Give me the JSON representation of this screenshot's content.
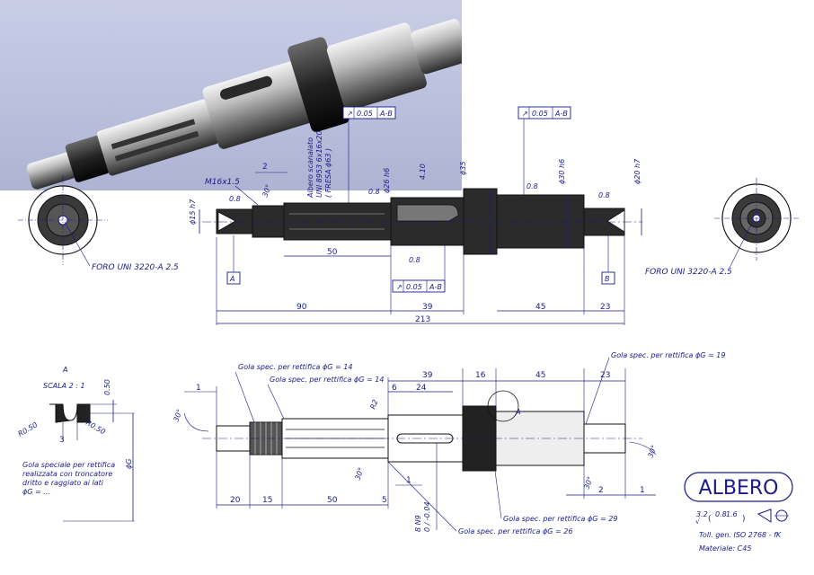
{
  "title_block": {
    "part_name": "ALBERO",
    "tolerance_note": "Toll. gen. ISO 2768 - fK",
    "material": "Materiale: C45",
    "roughness_main": "3.2",
    "roughness_sub1": "0.8",
    "roughness_sub2": "1.6"
  },
  "top_view": {
    "thread_label": "M16x1.5",
    "spline_label_line1": "Albero scanalato",
    "spline_label_line2": "UNI 8953 6x16x20",
    "spline_label_line3": "( FRESA ϕ63 )",
    "center_hole_left": "FORO UNI 3220-A 2.5",
    "center_hole_right": "FORO UNI 3220-A 2.5",
    "datum_a": "A",
    "datum_b": "B",
    "runout_1": "0.05",
    "runout_1_ref": "A-B",
    "runout_2": "0.05",
    "runout_2_ref": "A-B",
    "runout_3": "0.05",
    "runout_3_ref": "A-B",
    "dim_d15": "ϕ15 h7",
    "dim_d26": "ϕ26 h6",
    "dim_d35": "ϕ35",
    "dim_d30": "ϕ30 h6",
    "dim_d20": "ϕ20 h7",
    "dim_4_10": "4.10",
    "dim_2": "2",
    "dim_30deg": "30°",
    "dim_50": "50",
    "dim_90": "90",
    "dim_39": "39",
    "dim_45": "45",
    "dim_23": "23",
    "dim_213": "213",
    "rough_08": "0.8"
  },
  "bottom_view": {
    "groove_14a": "Gola spec. per rettifica ϕG = 14",
    "groove_14b": "Gola spec. per rettifica ϕG = 14",
    "groove_19": "Gola spec. per rettifica ϕG = 19",
    "groove_29": "Gola spec. per rettifica ϕG = 29",
    "groove_26": "Gola spec. per rettifica ϕG = 26",
    "dim_1a": "1",
    "dim_30deg_a": "30°",
    "dim_20": "20",
    "dim_15": "15",
    "dim_50": "50",
    "dim_5": "5",
    "dim_6": "6",
    "dim_24": "24",
    "dim_39": "39",
    "dim_16": "16",
    "dim_45": "45",
    "dim_23": "23",
    "dim_r2": "R2",
    "dim_30deg_b": "30°",
    "dim_1b": "1",
    "dim_8n9": "8 N9",
    "dim_tol": "0 / -0.04",
    "dim_30deg_c": "30°",
    "dim_2": "2",
    "dim_1c": "1",
    "dim_30deg_d": "30°",
    "detail_ref": "A"
  },
  "detail": {
    "label": "A",
    "scale": "SCALA 2 : 1",
    "r050a": "R0.50",
    "r050b": "R0.50",
    "dim_050": "0.50",
    "dim_3": "3",
    "dim_phig": "ϕG",
    "note_line1": "Gola speciale per rettifica",
    "note_line2": "realizzata con troncatore",
    "note_line3": "dritto e raggiato ai lati",
    "note_line4": "ϕG = ..."
  }
}
